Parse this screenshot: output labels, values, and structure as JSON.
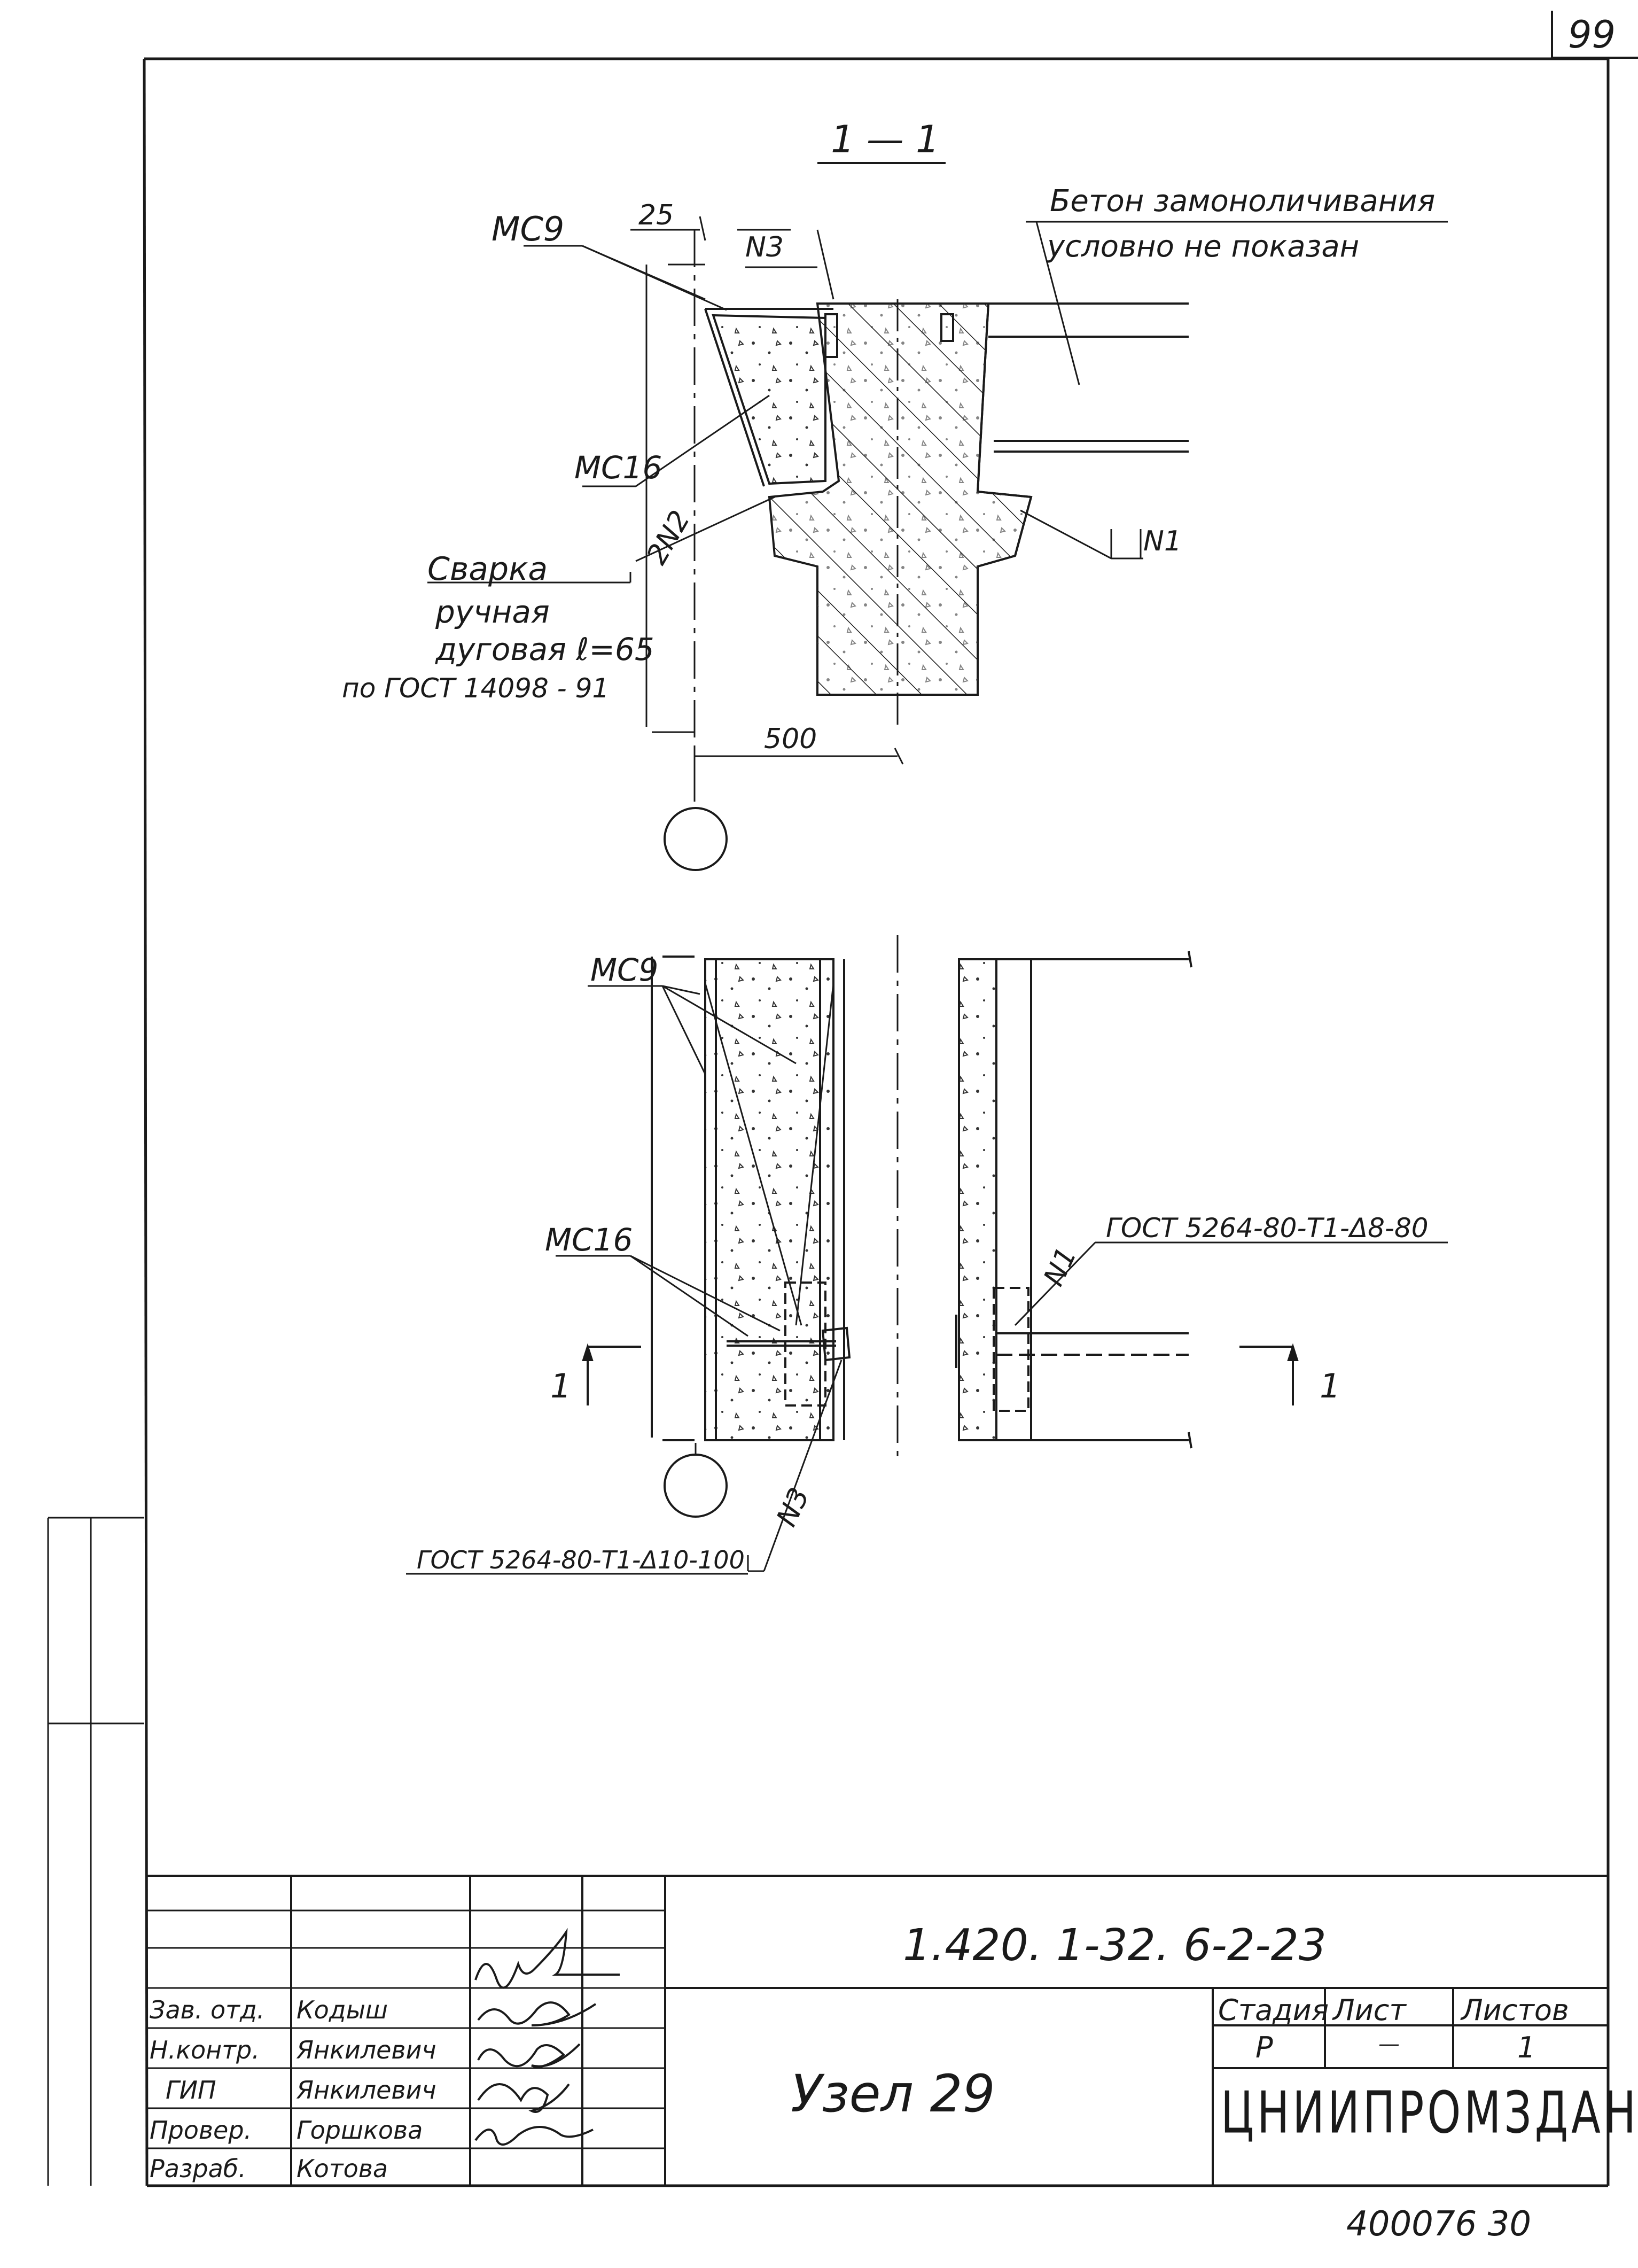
{
  "sheet": {
    "page_number": "99",
    "archive_number": "400076 30"
  },
  "section": {
    "title": "1 — 1",
    "note_line1": "Бетон замоноличивания",
    "note_line2": "условно не показан",
    "labels": {
      "mc9": "МС9",
      "mc16": "МС16",
      "n3": "N3",
      "n1": "N1",
      "n2": "2N2",
      "dim_25": "25",
      "dim_500": "500"
    },
    "weld_note": {
      "line1": "Сварка",
      "line2": "ручная",
      "line3": "дуговая ℓ=65",
      "line4": "по ГОСТ 14098 - 91"
    }
  },
  "plan": {
    "labels": {
      "mc9": "МС9",
      "mc16": "МС16",
      "n1": "N1",
      "n3": "N3",
      "gost_n1": "ГОСТ 5264-80-Т1-Δ8-80",
      "gost_n3": "ГОСТ 5264-80-Т1-Δ10-100",
      "cut_left": "1",
      "cut_right": "1"
    }
  },
  "title_block": {
    "document_code": "1.420. 1-32. 6-2-23",
    "drawing_title": "Узел 29",
    "organization": "ЦНИИПРОМЗДАНИЙ",
    "stage_header": "Стадия",
    "sheet_header": "Лист",
    "sheets_header": "Листов",
    "stage_value": "Р",
    "sheet_value": "—",
    "sheets_value": "1",
    "roles": [
      {
        "role": "Зав. отд.",
        "name": "Кодыш"
      },
      {
        "role": "Н.контр.",
        "name": "Янкилевич"
      },
      {
        "role": "ГИП",
        "name": "Янкилевич"
      },
      {
        "role": "Провер.",
        "name": "Горшкова"
      },
      {
        "role": "Разраб.",
        "name": "Котова"
      }
    ]
  }
}
